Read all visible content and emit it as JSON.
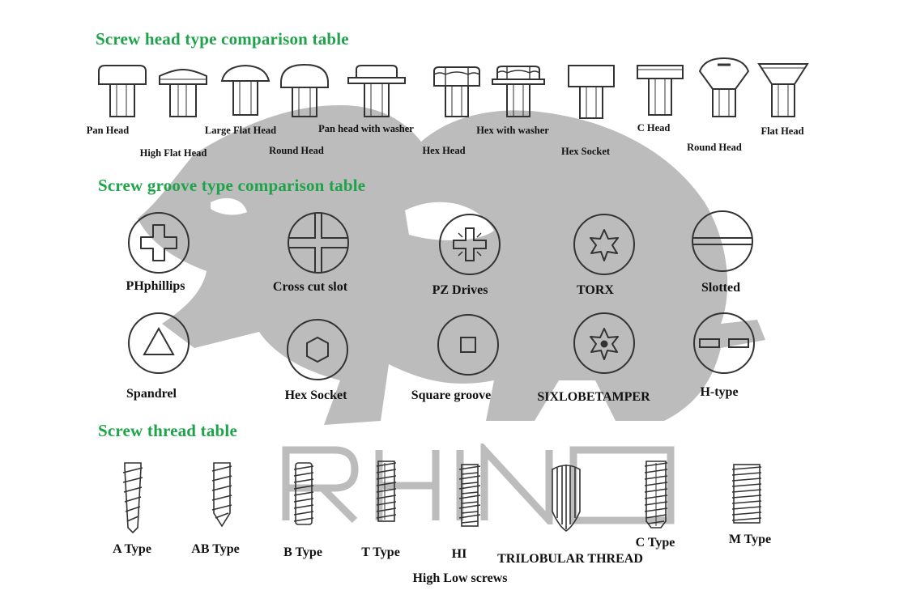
{
  "colors": {
    "title": "#1fa34a",
    "watermark": "#bcbcbc",
    "line": "#333333"
  },
  "watermark": {
    "icon": "rhino-logo-icon",
    "text": "RHINO"
  },
  "sections": {
    "head": {
      "title": "Screw head type comparison table",
      "items": [
        {
          "label": "Pan Head",
          "icon": "pan-head-icon"
        },
        {
          "label": "High Flat Head",
          "icon": "high-flat-head-icon"
        },
        {
          "label": "Large Flat Head",
          "icon": "large-flat-head-icon"
        },
        {
          "label": "Round Head",
          "icon": "round-head-icon"
        },
        {
          "label": "Pan head with washer",
          "icon": "pan-head-washer-icon"
        },
        {
          "label": "Hex Head",
          "icon": "hex-head-icon"
        },
        {
          "label": "Hex with washer",
          "icon": "hex-washer-icon"
        },
        {
          "label": "Hex Socket",
          "icon": "hex-socket-head-icon"
        },
        {
          "label": "C Head",
          "icon": "c-head-icon"
        },
        {
          "label": "Round Head",
          "icon": "oval-countersunk-head-icon"
        },
        {
          "label": "Flat Head",
          "icon": "flat-countersunk-head-icon"
        }
      ]
    },
    "groove": {
      "title": "Screw groove type comparison table",
      "items": [
        {
          "label": "PHphillips",
          "icon": "phillips-drive-icon"
        },
        {
          "label": "Cross cut slot",
          "icon": "cross-cut-slot-icon"
        },
        {
          "label": "PZ Drives",
          "icon": "pozidriv-icon"
        },
        {
          "label": "TORX",
          "icon": "torx-drive-icon"
        },
        {
          "label": "Slotted",
          "icon": "slotted-drive-icon"
        },
        {
          "label": "Spandrel",
          "icon": "triangle-drive-icon"
        },
        {
          "label": "Hex Socket",
          "icon": "hex-socket-drive-icon"
        },
        {
          "label": "Square groove",
          "icon": "square-drive-icon"
        },
        {
          "label": "SIXLOBETAMPER",
          "icon": "six-lobe-tamper-icon"
        },
        {
          "label": "H-type",
          "icon": "h-type-drive-icon"
        }
      ]
    },
    "thread": {
      "title": "Screw thread table",
      "items": [
        {
          "label": "A Type",
          "icon": "a-type-thread-icon"
        },
        {
          "label": "AB Type",
          "icon": "ab-type-thread-icon"
        },
        {
          "label": "B Type",
          "icon": "b-type-thread-icon"
        },
        {
          "label": "T Type",
          "icon": "t-type-thread-icon"
        },
        {
          "label": "HI",
          "icon": "hi-thread-icon"
        },
        {
          "label": "TRILOBULAR THREAD",
          "icon": "trilobular-thread-icon"
        },
        {
          "label": "C Type",
          "icon": "c-type-thread-icon"
        },
        {
          "label": "M Type",
          "icon": "m-type-thread-icon"
        }
      ],
      "extra_label": "High Low screws"
    }
  }
}
